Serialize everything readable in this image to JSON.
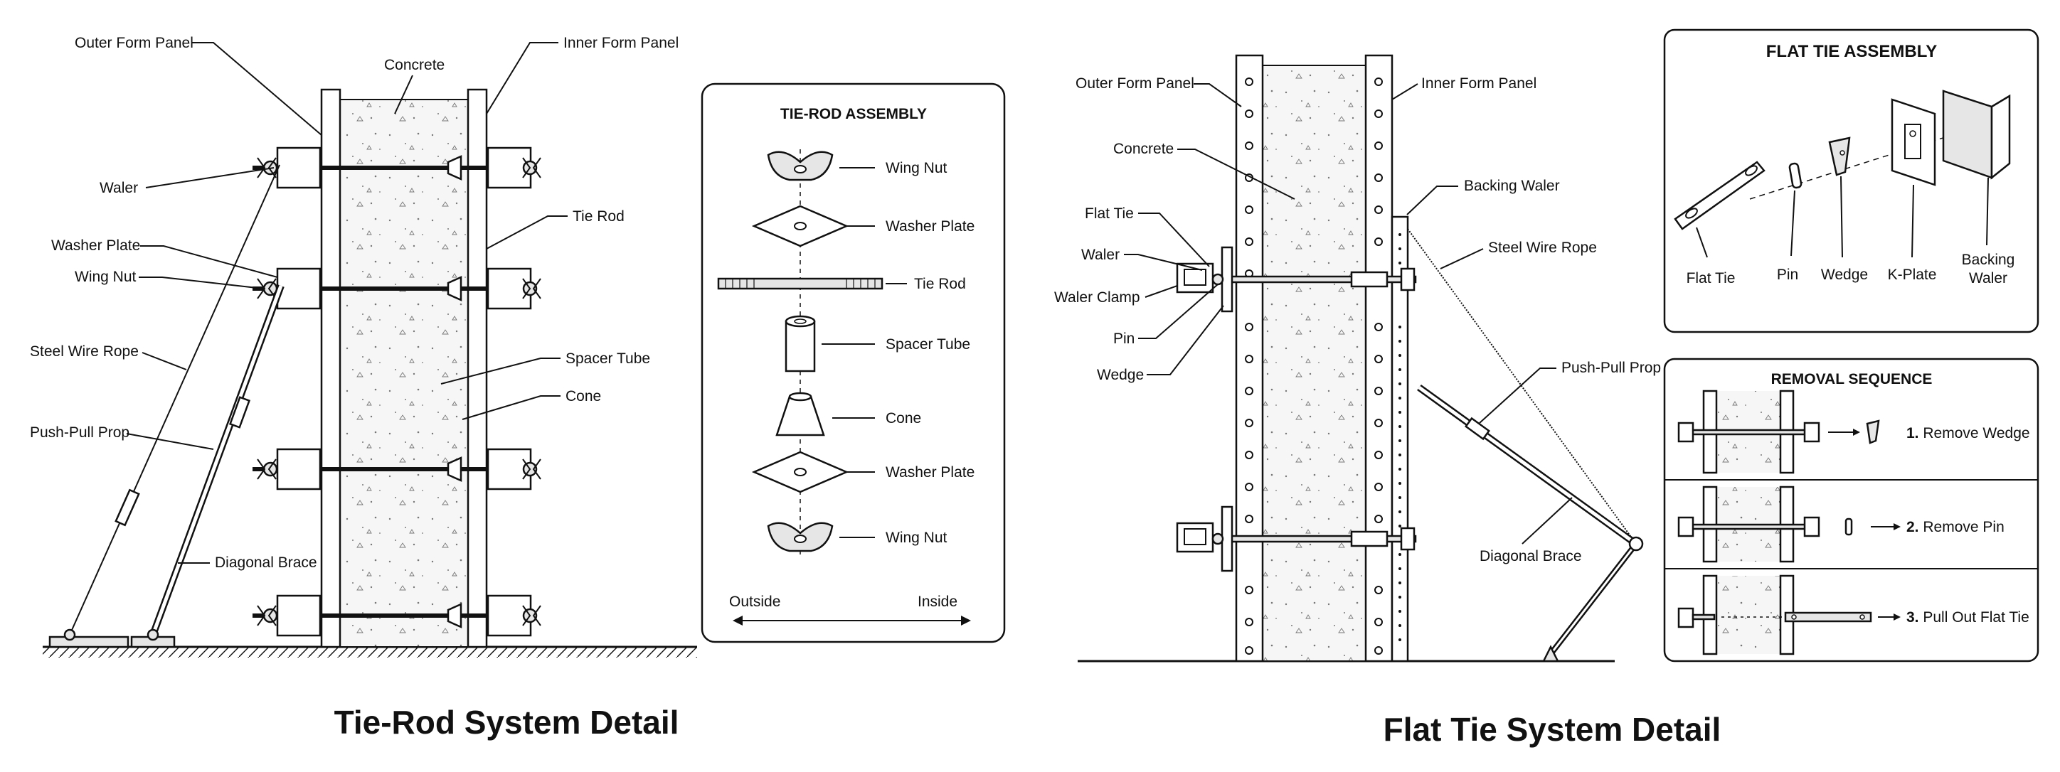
{
  "left": {
    "title": "Tie-Rod System Detail",
    "labels": {
      "outer_form_panel": "Outer Form Panel",
      "concrete": "Concrete",
      "inner_form_panel": "Inner Form Panel",
      "waler": "Waler",
      "tie_rod": "Tie Rod",
      "washer_plate": "Washer Plate",
      "wing_nut": "Wing Nut",
      "steel_wire_rope": "Steel Wire Rope",
      "spacer_tube": "Spacer Tube",
      "cone": "Cone",
      "push_pull_prop": "Push-Pull Prop",
      "diagonal_brace": "Diagonal Brace"
    }
  },
  "assembly": {
    "title": "TIE-ROD ASSEMBLY",
    "items": [
      "Wing Nut",
      "Washer Plate",
      "Tie Rod",
      "Spacer Tube",
      "Cone",
      "Washer Plate",
      "Wing Nut"
    ],
    "outside": "Outside",
    "inside": "Inside"
  },
  "right": {
    "title": "Flat Tie System Detail",
    "labels": {
      "outer_form_panel": "Outer Form Panel",
      "inner_form_panel": "Inner Form Panel",
      "concrete": "Concrete",
      "backing_waler": "Backing Waler",
      "flat_tie": "Flat Tie",
      "waler": "Waler",
      "steel_wire_rope": "Steel Wire Rope",
      "waler_clamp": "Waler Clamp",
      "pin": "Pin",
      "push_pull_prop": "Push-Pull Prop",
      "wedge": "Wedge",
      "diagonal_brace": "Diagonal Brace"
    }
  },
  "flat_tie_assembly": {
    "title": "FLAT TIE ASSEMBLY",
    "parts": [
      "Flat Tie",
      "Pin",
      "Wedge",
      "K-Plate",
      "Backing",
      "Waler"
    ]
  },
  "removal": {
    "title": "REMOVAL SEQUENCE",
    "steps": [
      {
        "num": "1.",
        "text": "Remove Wedge"
      },
      {
        "num": "2.",
        "text": "Remove Pin"
      },
      {
        "num": "3.",
        "text": "Pull Out Flat Tie"
      }
    ]
  }
}
